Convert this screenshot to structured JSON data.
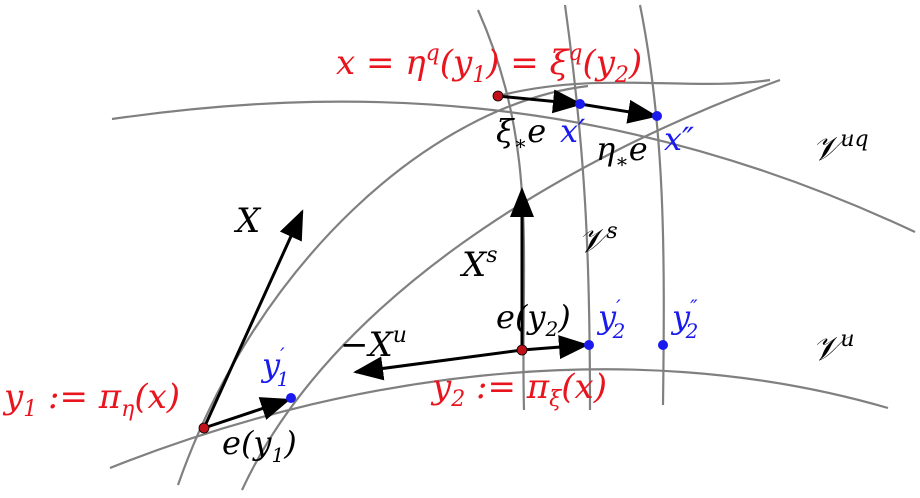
{
  "colors": {
    "red": "#e8141e",
    "blue": "#1a1aee",
    "curve": "#808080",
    "vector": "#000000"
  },
  "labels": {
    "x_eq": "x = η",
    "x_eq_sup1": "q",
    "x_eq_mid1": "(y",
    "x_eq_sub1": "1",
    "x_eq_mid2": ") = ξ",
    "x_eq_sup2": "q",
    "x_eq_mid3": "(y",
    "x_eq_sub2": "2",
    "x_eq_end": ")",
    "xi_e": "ξ",
    "xi_e_sub": "∗",
    "xi_e_end": "e",
    "x_prime": "x′",
    "eta_e": "η",
    "eta_e_sub": "∗",
    "eta_e_end": "e",
    "x_dprime": "x″",
    "V_uq": "𝒱",
    "V_uq_sup": "uq",
    "V_s": "𝒱",
    "V_s_sup": "s",
    "V_u": "𝒱",
    "V_u_sup": "u",
    "X": "X",
    "X_s": "X",
    "X_s_sup": "s",
    "neg_Xu": "−X",
    "neg_Xu_sup": "u",
    "e_y2": "e(y",
    "e_y2_sub": "2",
    "e_y2_end": ")",
    "y2p": "y",
    "y2p_sup": "′",
    "y2p_sub": "2",
    "y2pp": "y",
    "y2pp_sup": "″",
    "y2pp_sub": "2",
    "y1p": "y",
    "y1p_sup": "′",
    "y1p_sub": "1",
    "y1_def": "y",
    "y1_def_sub": "1",
    "y1_def_mid": " := π",
    "y1_def_sub2": "η",
    "y1_def_end": "(x)",
    "y2_def": "y",
    "y2_def_sub": "2",
    "y2_def_mid": " := π",
    "y2_def_sub2": "ξ",
    "y2_def_end": "(x)",
    "e_y1": "e(y",
    "e_y1_sub": "1",
    "e_y1_end": ")"
  }
}
